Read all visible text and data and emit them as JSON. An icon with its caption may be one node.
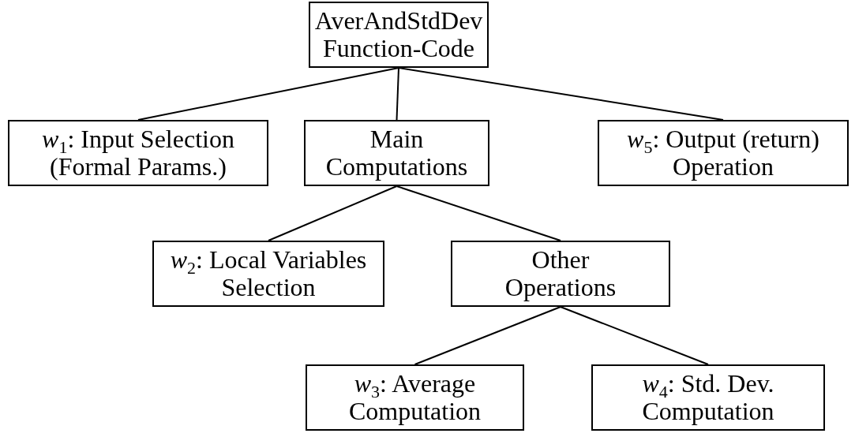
{
  "diagram": {
    "nodes": [
      {
        "text": [
          "AverAndStdDev Function-Code"
        ]
      },
      {
        "text": [
          "*w*$_{1}$: Input Selection (Formal Params.)"
        ]
      },
      {
        "text": [
          "Main Computations"
        ]
      },
      {
        "text": [
          "*w*$_{5}$: Output (return) Operation"
        ]
      },
      {
        "text": [
          "*w*$_{2}$: Local Variables Selection"
        ]
      },
      {
        "text": [
          "Other Operations"
        ]
      },
      {
        "text": [
          "*w*$_{3}$: Average Computation"
        ]
      },
      {
        "text": [
          "*w*$_{4}$: Std. Dev. Computation"
        ]
      }
    ],
    "edges": [
      {
        "from": 0,
        "to": 1,
        "arrow": "none"
      },
      {
        "from": 0,
        "to": 2,
        "arrow": "none"
      },
      {
        "from": 0,
        "to": 3,
        "arrow": "none"
      },
      {
        "from": 2,
        "to": 4,
        "arrow": "none"
      },
      {
        "from": 2,
        "to": 5,
        "arrow": "none"
      },
      {
        "from": 5,
        "to": 6,
        "arrow": "none"
      },
      {
        "from": 5,
        "to": 7,
        "arrow": "none"
      }
    ]
  }
}
